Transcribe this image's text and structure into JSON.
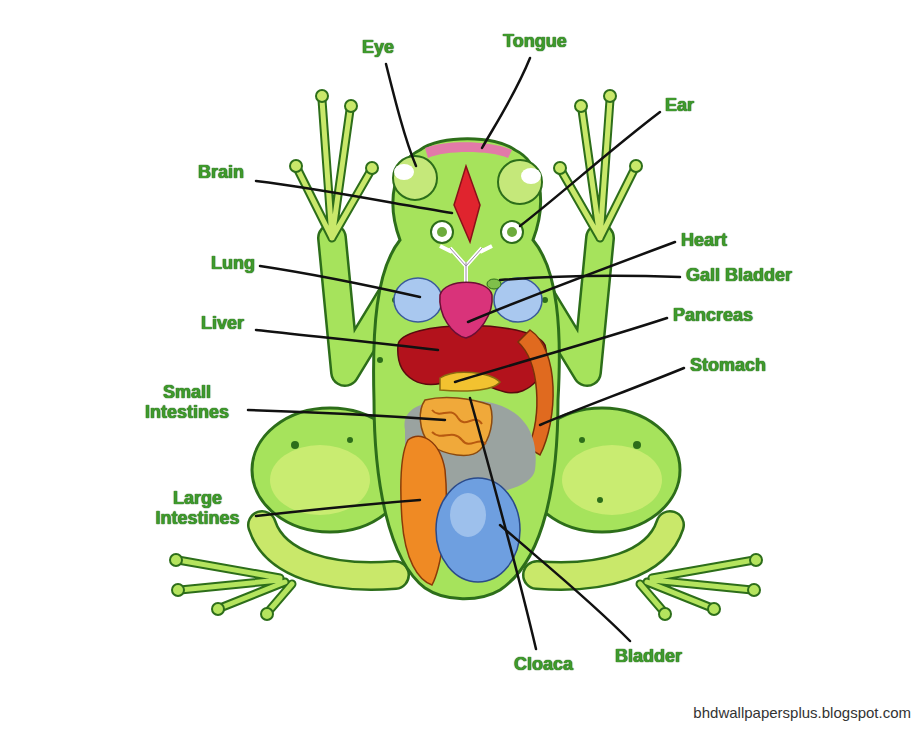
{
  "diagram": {
    "labels": [
      "Eye",
      "Tongue",
      "Ear",
      "Brain",
      "Heart",
      "Gall Bladder",
      "Lung",
      "Pancreas",
      "Liver",
      "Stomach",
      "Small Intestines",
      "Large Intestines",
      "Cloaca",
      "Bladder",
      "bhdwallpapersplus.blogspot.com"
    ]
  }
}
